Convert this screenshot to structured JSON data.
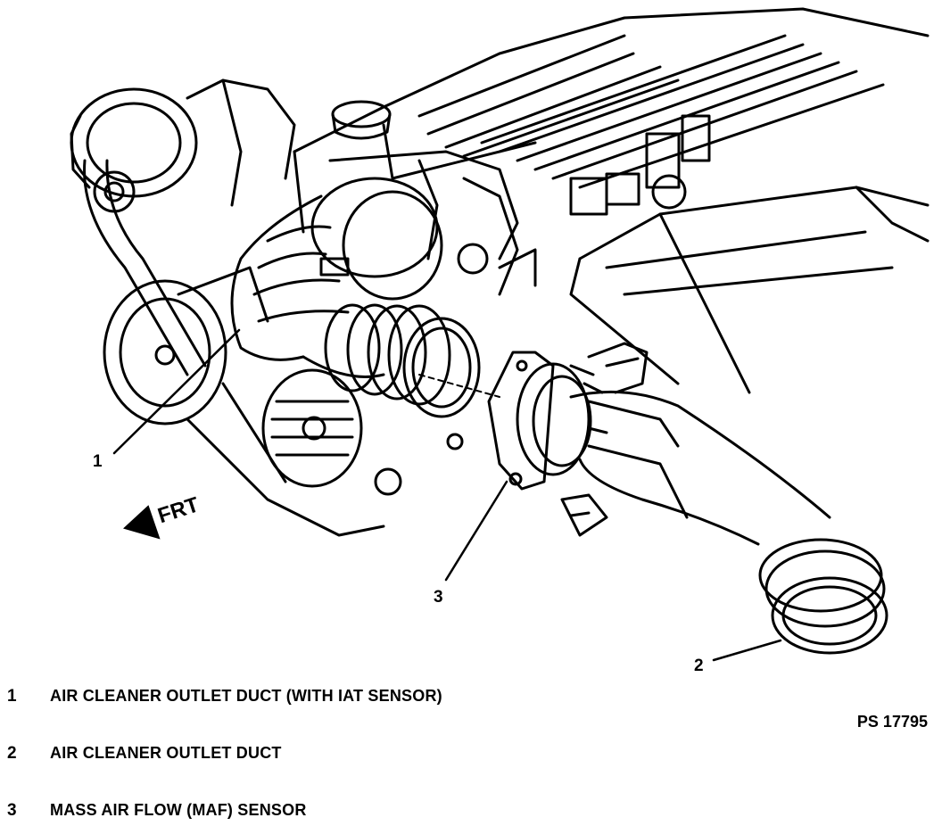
{
  "diagram": {
    "direction_label": "FRT",
    "figure_id": "PS 17795",
    "callouts": [
      "1",
      "2",
      "3"
    ]
  },
  "legend": [
    {
      "number": "1",
      "text": "AIR CLEANER OUTLET DUCT (WITH IAT SENSOR)"
    },
    {
      "number": "2",
      "text": "AIR CLEANER OUTLET DUCT"
    },
    {
      "number": "3",
      "text": "MASS AIR FLOW (MAF) SENSOR"
    }
  ]
}
